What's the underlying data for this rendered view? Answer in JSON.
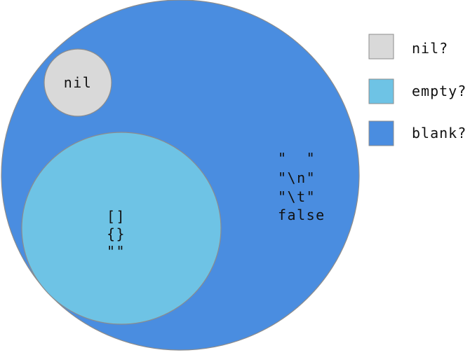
{
  "diagram": {
    "circles": {
      "blank": {
        "fill": "#4A8DE0",
        "stroke": "#8C8C8C"
      },
      "empty": {
        "fill": "#6EC3E5",
        "stroke": "#8C8C8C"
      },
      "nil": {
        "fill": "#D9D9D9",
        "stroke": "#8C8C8C"
      }
    },
    "nil_circle_label": "nil",
    "empty_circle_items": [
      "[]",
      "{}",
      "\"\""
    ],
    "blank_circle_items": [
      "\"  \"",
      "\"\\n\"",
      "\"\\t\"",
      "false"
    ]
  },
  "legend": {
    "items": [
      {
        "label": "nil?",
        "color": "#D9D9D9"
      },
      {
        "label": "empty?",
        "color": "#6EC3E5"
      },
      {
        "label": "blank?",
        "color": "#4A8DE0"
      }
    ]
  }
}
